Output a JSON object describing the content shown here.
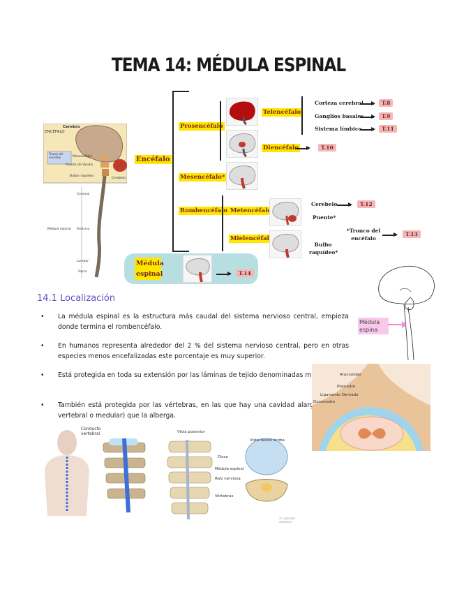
{
  "title": "TEMA 14: MÉDULA ESPINAL",
  "diagram": {
    "encefalo": "Encéfalo",
    "prosencefalo": "Prosencéfalo",
    "mesencefalo": "Mesencéfalo*",
    "rombencefalo": "Rombencéfalo",
    "telencefalo": "Telencéfalo",
    "diencefalo": "Diencéfalo",
    "metencefalo": "Metencéfalo",
    "mielencefalo": "Mielencéfalo",
    "corteza": "Corteza cerebral",
    "ganglios": "Ganglios basales",
    "limbico": "Sistema límbico",
    "cerebelo": "Cerebelo",
    "puente": "Puente*",
    "bulbo": "Bulbo raquídeo*",
    "tronco": "*Tronco del encéfalo",
    "medula": "Médula espinal",
    "tags": {
      "t8": "T.8",
      "t9": "T.9",
      "t11": "T.11",
      "t10": "T.10",
      "t12": "T.12",
      "t13": "T.13",
      "t14": "T.14"
    }
  },
  "brain_figure": {
    "cerebro": "Cerebro",
    "encefalo": "ENCÉFALO",
    "tronco": "Tronco del encéfalo",
    "mesencefalo": "Mesencéfalo",
    "puente": "Puente de Varolio",
    "bulbo": "Bulbo raquídeo",
    "cerebelo": "Cerebelo",
    "cervical": "Cervical",
    "toracico": "Torácico",
    "lumbar": "Lumbar",
    "sacro": "Sacro",
    "medula": "Médula espinal"
  },
  "sketch_label": "Médula espina",
  "section": "14.1 Localización",
  "bullets": [
    "La médula espinal es la estructura más caudal del sistema nervioso central, empieza donde termina el rombencéfalo.",
    "En humanos representa alrededor del 2 % del sistema nervioso central, pero en otras especies menos encefalizadas este porcentaje es muy superior.",
    "Está protegida en toda su extensión por las láminas de tejido denominadas meninges.",
    "También está protegida por las vértebras, en las que hay una cavidad alargada (canal vertebral o medular) que la alberga."
  ],
  "meninges_fig": {
    "aracnoides": "Aracnoides",
    "piamadre": "Piamadre",
    "ligamento": "Ligamento Dentado",
    "duramadre": "Duramadre"
  },
  "canal_fig": {
    "label": "Conducto vertebral"
  },
  "vertebra_fig": {
    "posterior": "Vista posterior",
    "arriba": "Vista desde arriba",
    "disco": "Disco",
    "medula": "Médula espinal",
    "raiz": "Raíz nerviosa",
    "vertebra": "Vértebras",
    "credit": "© Lakeside Anatomy"
  }
}
